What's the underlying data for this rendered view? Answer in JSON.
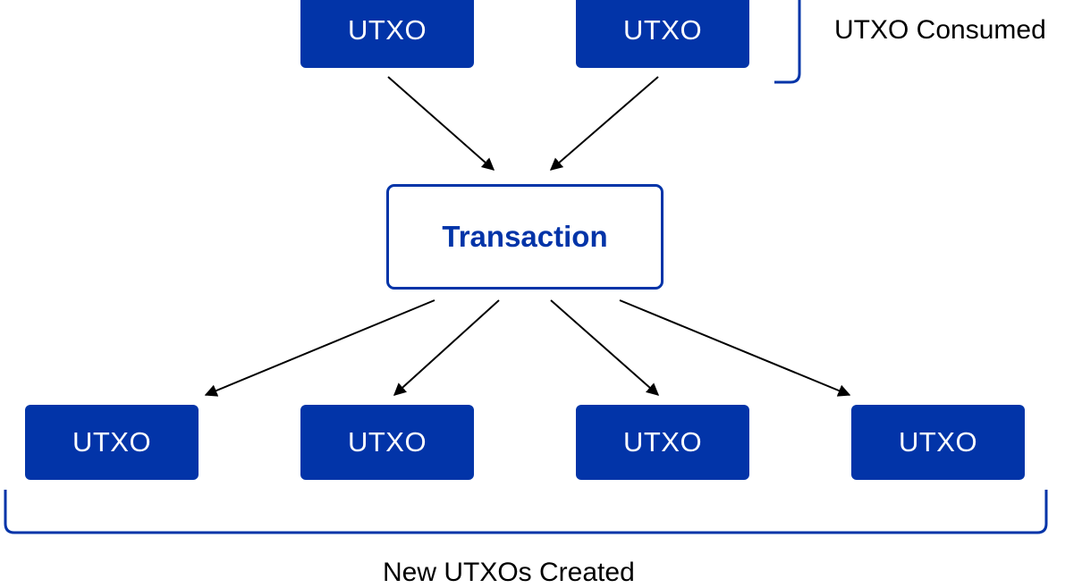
{
  "colors": {
    "accent": "#0234a8",
    "arrow": "#000000",
    "background": "#ffffff"
  },
  "consumed": {
    "utxos": [
      "UTXO",
      "UTXO"
    ],
    "label": "UTXO Consumed"
  },
  "transaction": {
    "label": "Transaction"
  },
  "created": {
    "utxos": [
      "UTXO",
      "UTXO",
      "UTXO",
      "UTXO"
    ],
    "label": "New UTXOs Created"
  }
}
